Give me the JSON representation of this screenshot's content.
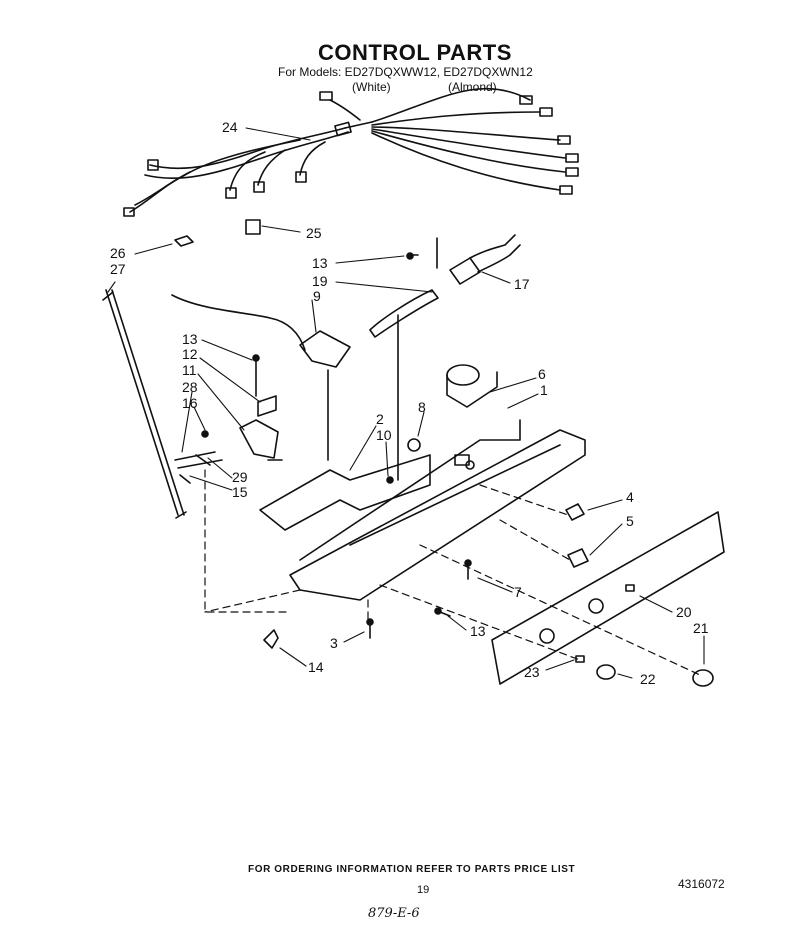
{
  "header": {
    "title": "CONTROL PARTS",
    "models_line": "For Models: ED27DQXWW12, ED27DQXWN12",
    "variant_white": "(White)",
    "variant_almond": "(Almond)"
  },
  "callouts": [
    "1",
    "2",
    "3",
    "4",
    "5",
    "6",
    "7",
    "8",
    "9",
    "10",
    "11",
    "12",
    "13",
    "13",
    "13",
    "14",
    "15",
    "16",
    "17",
    "19",
    "20",
    "21",
    "22",
    "23",
    "24",
    "25",
    "26",
    "27",
    "28",
    "29"
  ],
  "footer": {
    "ordering_note": "FOR ORDERING INFORMATION REFER TO PARTS PRICE LIST",
    "page_number": "19",
    "document_number": "4316072",
    "handwritten": "879-E-6"
  }
}
